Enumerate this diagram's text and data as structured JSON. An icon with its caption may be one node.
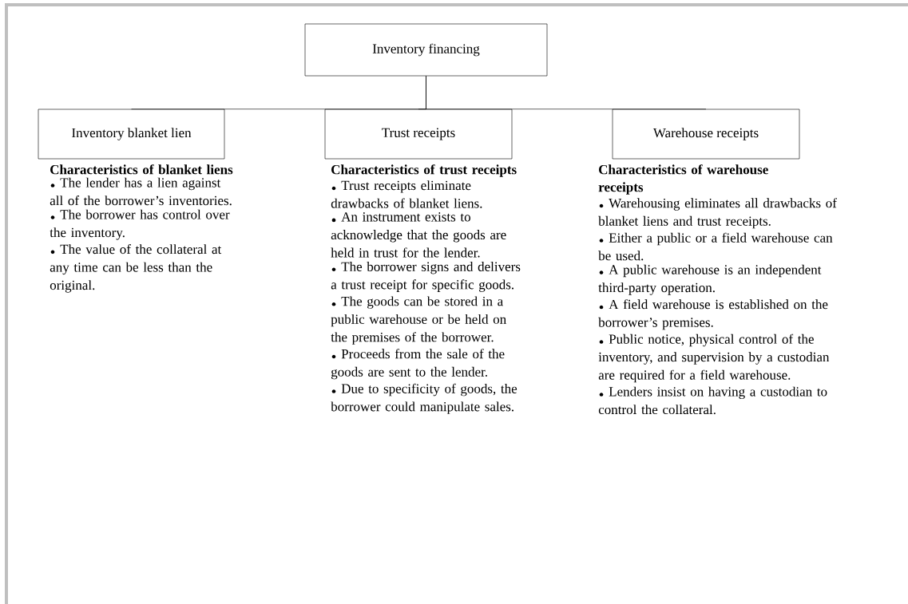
{
  "diagram": {
    "nodes": [
      {
        "text": [
          "Inventory financing"
        ]
      },
      {
        "text": [
          "Inventory blanket lien"
        ],
        "beside": [
          "Characteristics of blanket liens",
          "The lender has a lien against all of the borrower’s inventories.",
          "The borrower has control over the inventory.",
          "The value of the collateral at any time can be less than the original."
        ]
      },
      {
        "text": [
          "Trust receipts"
        ],
        "beside": [
          "Characteristics of trust receipts",
          "Trust receipts eliminate drawbacks of blanket liens.",
          "An instrument exists to acknowledge that the goods are held in trust for the lender.",
          "The borrower signs and delivers a trust receipt for specific goods.",
          "The goods can be stored in a public warehouse or be held on the premises of the borrower.",
          "Proceeds from the sale of the goods are sent to the lender.",
          "Due to specificity of goods, the borrower could manipulate sales."
        ]
      },
      {
        "text": [
          "Warehouse receipts"
        ],
        "beside": [
          "Characteristics of warehouse receipts",
          "Warehousing eliminates all drawbacks of blanket liens and trust receipts.",
          "Either a public or a field warehouse can be used.",
          "A public warehouse is an independent third-party operation.",
          "A field warehouse is established on the borrower’s premises.",
          "Public notice, physical control of the inventory, and supervision by a custodian are required for a field warehouse.",
          "Lenders insist on having a custodian to control the collateral."
        ]
      }
    ],
    "edges": [
      {
        "from": 0,
        "to": 1,
        "arrow": "none"
      },
      {
        "from": 0,
        "to": 2,
        "arrow": "none"
      },
      {
        "from": 0,
        "to": 3,
        "arrow": "none"
      }
    ]
  }
}
